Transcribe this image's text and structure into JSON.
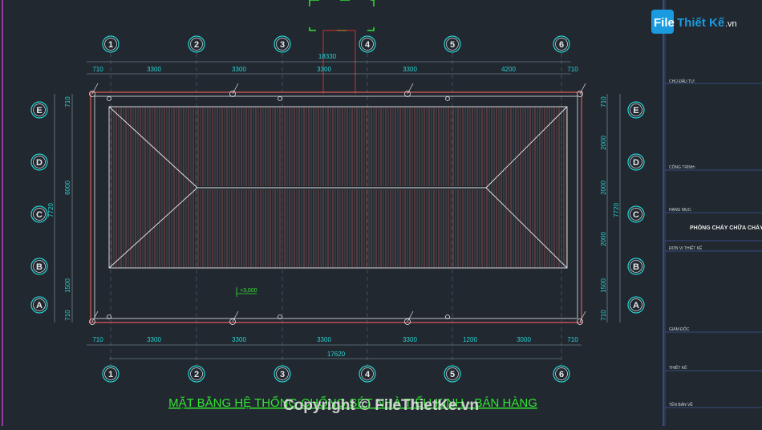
{
  "drawing": {
    "title": "MẶT BẰNG HỆ THỐNG CHỐNG SÉT NHÀ TIỂU KINH - BÁN HÀNG",
    "watermark": "Copyright © FileThietKe.vn",
    "level_mark": "+3,000",
    "grid_x_labels": [
      "1",
      "2",
      "3",
      "4",
      "5",
      "6"
    ],
    "grid_y_labels": [
      "E",
      "D",
      "C",
      "B",
      "A"
    ],
    "top_dims": [
      "710",
      "3300",
      "3300",
      "3300",
      "3300",
      "4200",
      "710"
    ],
    "top_total": "18330",
    "bottom_dims": [
      "710",
      "3300",
      "3300",
      "3300",
      "3300",
      "1200",
      "3000",
      "710"
    ],
    "bottom_total": "17620",
    "left_dims": [
      "710",
      "6000",
      "1500",
      "710"
    ],
    "left_total": "7720",
    "right_dims": [
      "710",
      "2000",
      "2000",
      "2000",
      "1500",
      "710"
    ],
    "right_total": "7720"
  },
  "title_block": {
    "owner_label": "CHỦ ĐẦU TƯ:",
    "project_label": "CÔNG TRÌNH:",
    "item_label": "HẠNG MỤC:",
    "item_value": "PHÒNG CHÁY CHỮA CHÁY",
    "design_unit_label": "ĐƠN VỊ THIẾT KẾ",
    "director_label": "GIÁM ĐỐC",
    "designer_label": "THIẾT KẾ",
    "drawing_name_label": "TÊN BẢN VẼ"
  },
  "logo": {
    "text_file": "File",
    "text_rest": "Thiết Kế",
    "text_domain": ".vn"
  },
  "colors": {
    "background": "#212830",
    "dim": "#25d4d4",
    "outline": "#e05a5a",
    "roof": "#e8e8e8",
    "title": "#32e632",
    "bubble": "#25d4d4"
  }
}
